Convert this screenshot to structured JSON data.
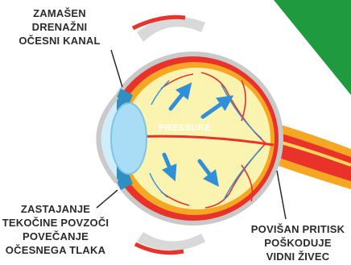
{
  "labels": {
    "top_left": [
      "ZAMAŠEN",
      "DRENAŽNI",
      "OČESNI KANAL"
    ],
    "bottom_left": [
      "ZASTAJANJE",
      "TEKOČINE POVZOČI",
      "POVEČANJE",
      "OČESNEGA TLAKA"
    ],
    "bottom_right": [
      "POVIŠAN PRITISK",
      "POŠKODUJE",
      "VIDNI ŽIVEC"
    ]
  },
  "center_label": "PRESSURE",
  "colors": {
    "sclera_red": "#e8322a",
    "choroid_orange": "#f5a623",
    "vitreous_yellow": "#fbf3b0",
    "arrow_blue": "#2f8fd8",
    "lens_blue": "#a9dcf5",
    "iris_blue": "#2e8fc2",
    "corner_green": "#1f9a3f",
    "outer_gray": "#c9c9c9"
  }
}
